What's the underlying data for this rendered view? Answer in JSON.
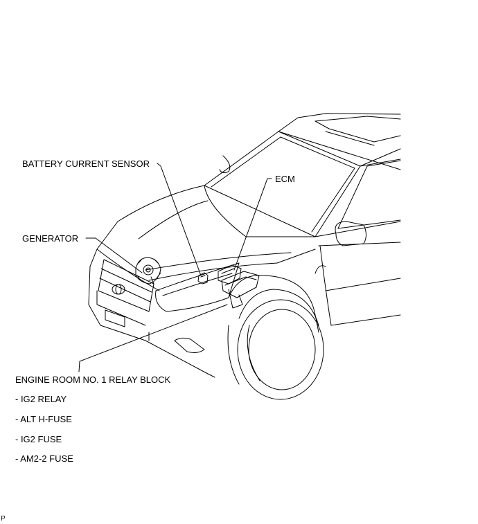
{
  "labels": {
    "battery_current_sensor": "BATTERY CURRENT SENSOR",
    "ecm": "ECM",
    "generator": "GENERATOR",
    "relay_block": "ENGINE ROOM NO. 1 RELAY BLOCK",
    "relay_block_items": [
      "- IG2 RELAY",
      "- ALT H-FUSE",
      "- IG2 FUSE",
      "- AM2-2 FUSE"
    ],
    "page_marker": "P"
  }
}
